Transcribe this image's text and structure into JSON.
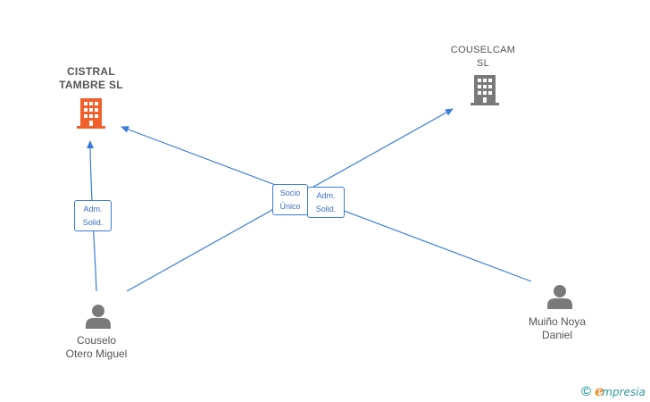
{
  "nodes": {
    "cistral": {
      "name_line1": "CISTRAL",
      "name_line2": "TAMBRE  SL",
      "icon": "building-icon",
      "color": "#f0602d"
    },
    "couselcam": {
      "name_line1": "COUSELCAM",
      "name_line2": "SL",
      "icon": "building-icon",
      "color": "#7a7a7a"
    },
    "couselo": {
      "name_line1": "Couselo",
      "name_line2": "Otero Miguel",
      "icon": "person-icon",
      "color": "#7a7a7a"
    },
    "muino": {
      "name_line1": "Muiño Noya",
      "name_line2": "Daniel",
      "icon": "person-icon",
      "color": "#7a7a7a"
    }
  },
  "edges": [
    {
      "from": "Couselo Otero Miguel",
      "to": "CISTRAL TAMBRE SL",
      "label_line1": "Adm.",
      "label_line2": "Solid."
    },
    {
      "from": "Couselo Otero Miguel",
      "to": "COUSELCAM SL",
      "label_line1": "Socio",
      "label_line2": "Único"
    },
    {
      "from": "Muiño Noya Daniel",
      "to": "CISTRAL TAMBRE SL",
      "label_line1": "Adm.",
      "label_line2": "Solid."
    }
  ],
  "edge_color": "#3b7dd8",
  "footer": {
    "copyright": "©",
    "brand_initial": "e",
    "brand_rest": "mpresia",
    "brand_color": "#2f9aa0",
    "accent_color": "#f08a24"
  }
}
